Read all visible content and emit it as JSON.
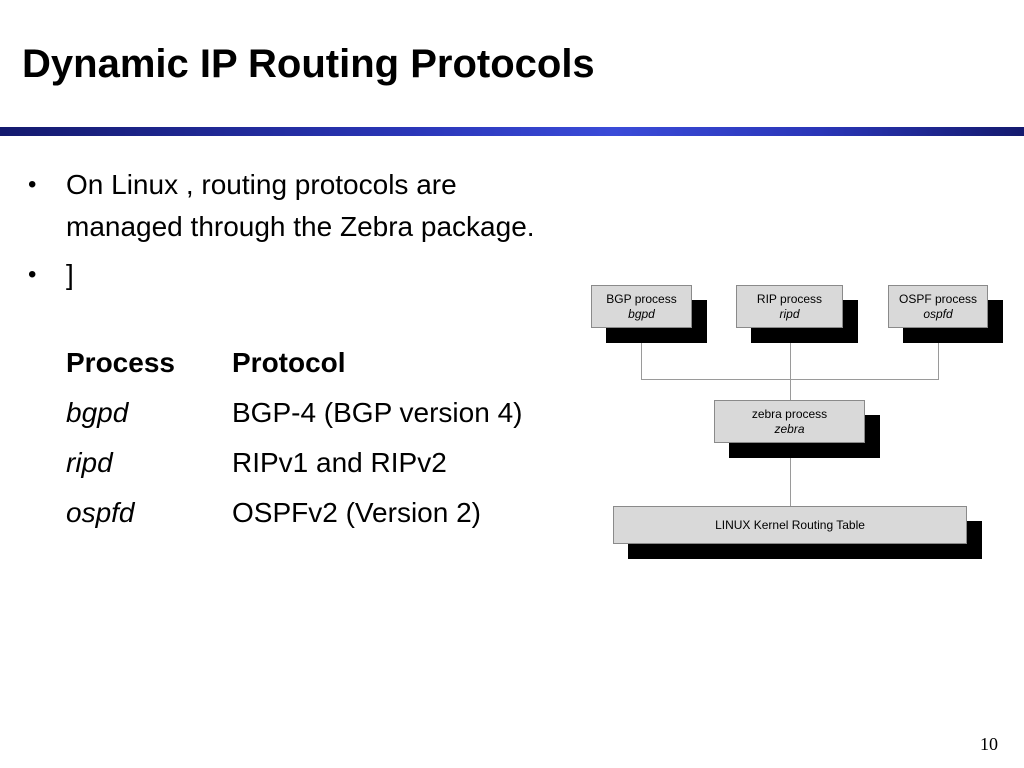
{
  "slide": {
    "title": "Dynamic IP Routing Protocols",
    "page_number": "10"
  },
  "bullets": [
    {
      "marker": "•",
      "text": "On Linux , routing protocols are managed through the Zebra package."
    },
    {
      "marker": "•",
      "text": "]"
    }
  ],
  "protocol_table": {
    "headers": [
      "Process",
      "Protocol"
    ],
    "rows": [
      {
        "process": "bgpd",
        "protocol": "BGP-4 (BGP version 4)"
      },
      {
        "process": "ripd",
        "protocol": "RIPv1 and RIPv2"
      },
      {
        "process": "ospfd",
        "protocol": "OSPFv2 (Version 2)"
      }
    ]
  },
  "diagram": {
    "bgp": {
      "label": "BGP process",
      "sub": "bgpd"
    },
    "rip": {
      "label": "RIP process",
      "sub": "ripd"
    },
    "ospf": {
      "label": "OSPF process",
      "sub": "ospfd"
    },
    "zebra": {
      "label": "zebra process",
      "sub": "zebra"
    },
    "kernel": {
      "label": "LINUX Kernel Routing Table"
    }
  },
  "colors": {
    "title_rule": "#2a36b8",
    "box_fill": "#d9d9d9",
    "box_shadow": "#000000"
  }
}
